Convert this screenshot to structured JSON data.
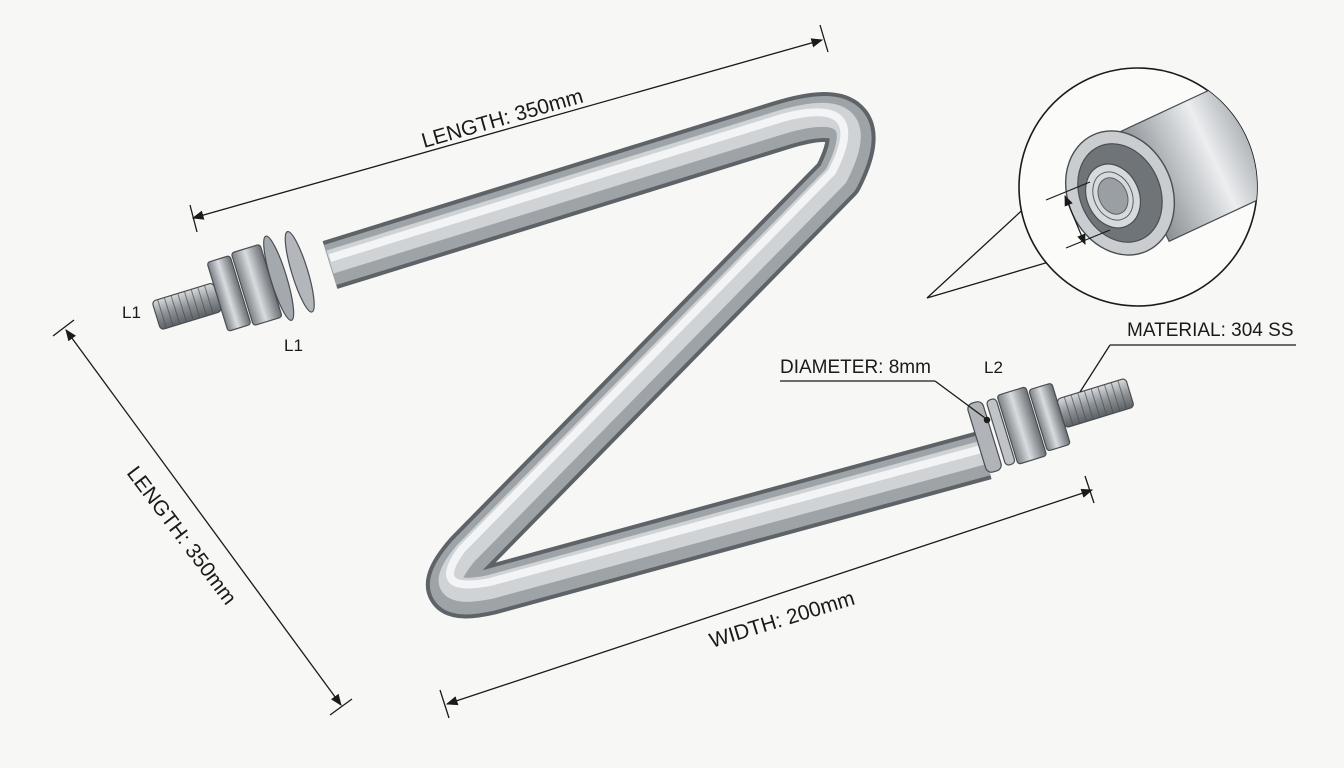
{
  "colors": {
    "background": "#f7f7f6",
    "tube_dark": "#6e7378",
    "tube_mid": "#a9aeb3",
    "tube_light": "#f2f4f5",
    "line": "#1a1a1a"
  },
  "labels": {
    "top_length": "LENGTH: 350mm",
    "left_length": "LENGTH: 350mm",
    "width": "WIDTH: 200mm",
    "diameter": "DIAMETER: 8mm",
    "material": "MATERIAL: 304 SS",
    "l1_outer": "L1",
    "l1_inner": "L1",
    "l2": "L2"
  },
  "parts": {
    "tube": "z-bent-tube",
    "fittings": [
      "threaded-end-left",
      "threaded-end-right"
    ],
    "detail_view": "tube-end-section"
  }
}
